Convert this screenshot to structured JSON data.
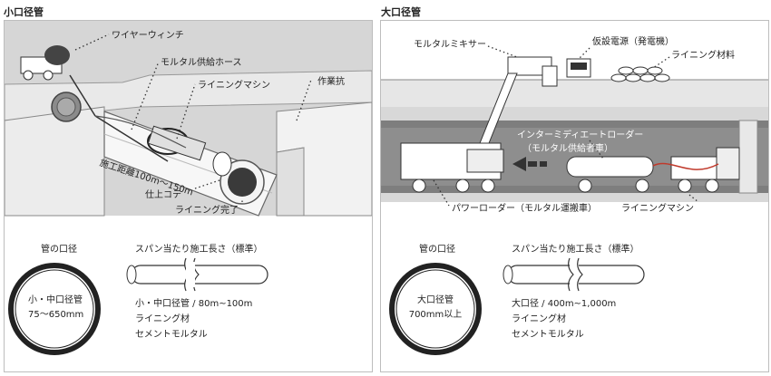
{
  "small": {
    "title": "小口径管",
    "callouts": {
      "winch": "ワイヤーウィンチ",
      "hose": "モルタル供給ホース",
      "machine": "ライニングマシン",
      "pit": "作業抗",
      "distance": "施工距離100m～150m",
      "trowel": "仕上コテ",
      "done": "ライニング完了"
    },
    "spec": {
      "diameter_heading": "管の口径",
      "span_heading": "スパン当たり施工長さ（標準）",
      "circle_line1": "小・中口径管",
      "circle_line2": "75～650mm",
      "lines": [
        "小・中口径管 / 80m~100m",
        "ライニング材",
        "セメントモルタル"
      ]
    }
  },
  "large": {
    "title": "大口径管",
    "callouts": {
      "mixer": "モルタルミキサー",
      "generator": "仮設電源（発電機）",
      "material": "ライニング材料",
      "loader_line1": "インターミディエートローダー",
      "loader_line2": "（モルタル供給者車）",
      "power_loader": "パワーローダー（モルタル運搬車）",
      "machine": "ライニングマシン"
    },
    "spec": {
      "diameter_heading": "管の口径",
      "span_heading": "スパン当たり施工長さ（標準）",
      "circle_line1": "大口径管",
      "circle_line2": "700mm以上",
      "lines": [
        "大口径 / 400m~1,000m",
        "ライニング材",
        "セメントモルタル"
      ]
    }
  }
}
